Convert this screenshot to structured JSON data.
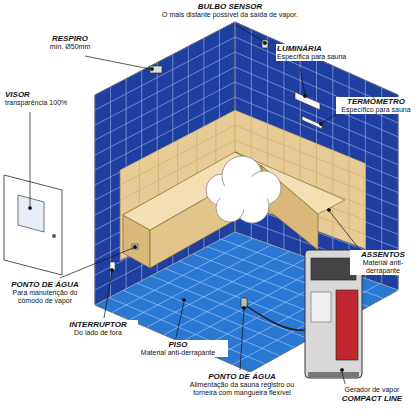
{
  "diagram": {
    "labels": [
      "BULBO SENSOR",
      "O mais distante possível da saída de vapor.",
      "RESPIRO",
      "mín. Ø50mm",
      "LUMINÁRIA",
      "Específica para sauna",
      "TERMÔMETRO",
      "Específico para sauna",
      "VISOR",
      "transparência 100%",
      "ASSENTOS",
      "Material anti-derrapante",
      "PONTO DE ÁGUA",
      "Para manutenção do cômodo de vapor",
      "INTERRUPTOR",
      "Do lado de fora",
      "PISO",
      "Material anti-derrapante",
      "Gerador de vapor",
      "COMPACT LINE",
      "PONTO DE ÁGUA",
      "Alimentação da sauna registro ou torneira com mangueira flexível"
    ]
  }
}
